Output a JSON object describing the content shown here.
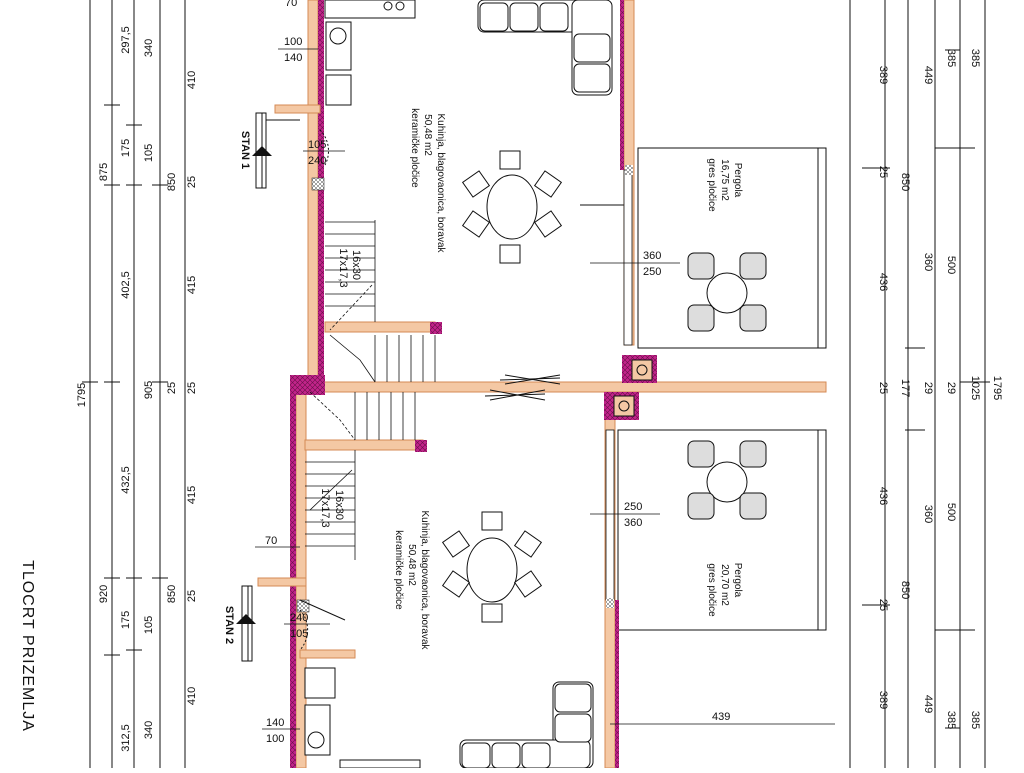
{
  "drawing_title": "TLOCRT PRIZEMLJA",
  "colors": {
    "wall_fill": "#f4c8a4",
    "wall_stroke": "#d48a55",
    "insulation": "#c2248a",
    "line": "#111111"
  },
  "units": {
    "stan_1": {
      "label": "STAN 1",
      "room_name": "Kuhinja, blagovaonica, boravak",
      "room_area": "50,48 m2",
      "room_floor": "keramičke pločice",
      "door_width": "105",
      "door_height": "240",
      "window_width": "100",
      "window_height": "140",
      "balcony_door_width": "360",
      "balcony_door_height": "250",
      "stair_size": "16x30",
      "stair_steps": "17x17,3",
      "pergola": {
        "name": "Pergola",
        "area": "16,75 m2",
        "floor": "gres pločice"
      },
      "dim_small": "70"
    },
    "stan_2": {
      "label": "STAN 2",
      "room_name": "Kuhinja, blagovaonica, boravak",
      "room_area": "50,48 m2",
      "room_floor": "keramičke pločice",
      "door_width": "240",
      "door_height": "105",
      "window_width": "140",
      "window_height": "100",
      "balcony_door_width": "250",
      "balcony_door_height": "360",
      "stair_size": "16x30",
      "stair_steps": "17x17,3",
      "pergola": {
        "name": "Pergola",
        "area": "20,70 m2",
        "floor": "gres pločice"
      },
      "dim_small": "70",
      "dim_439": "439"
    }
  },
  "dimensions_left": {
    "outer_total": "1795",
    "total_top": "875",
    "total_bottom": "920",
    "col3": [
      "297,5",
      "175",
      "402,5",
      "432,5",
      "175",
      "312,5"
    ],
    "col4": [
      "340",
      "105",
      "905",
      "105",
      "340"
    ],
    "col5": [
      "410",
      "25",
      "850",
      "415",
      "25",
      "415",
      "850",
      "25",
      "410"
    ]
  },
  "dimensions_right": {
    "outer_total": "1795",
    "total_middle": "1025",
    "col_a": [
      "389",
      "25",
      "436",
      "25",
      "436",
      "25",
      "389"
    ],
    "col_b": [
      "850",
      "177",
      "850"
    ],
    "col_c": [
      "449",
      "360",
      "29",
      "360",
      "449"
    ],
    "col_d": [
      "385",
      "500",
      "29",
      "500",
      "385"
    ]
  }
}
